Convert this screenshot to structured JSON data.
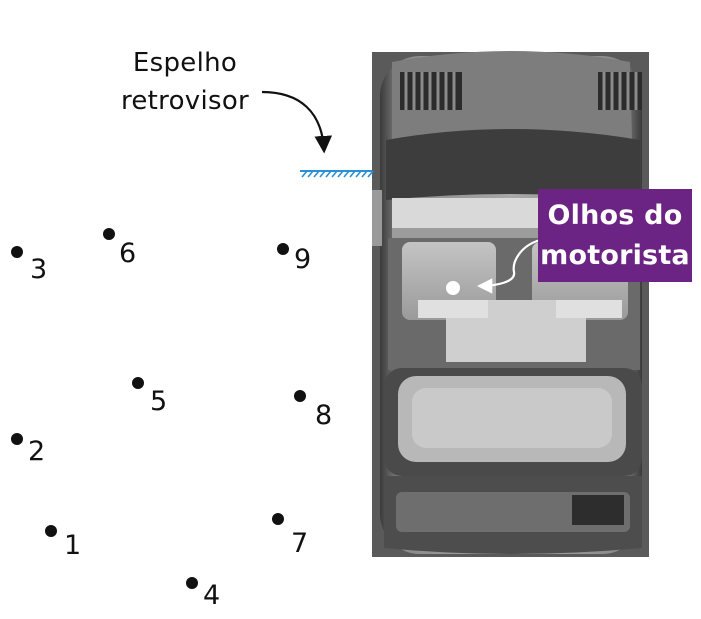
{
  "mirror": {
    "label": "Espelho\nretrovisor",
    "hatch_color": "#2a8fd6"
  },
  "driver_eyes": {
    "label": "Olhos do\nmotorista",
    "box_color": "#6b2483"
  },
  "points": [
    {
      "id": "1",
      "label": "1"
    },
    {
      "id": "2",
      "label": "2"
    },
    {
      "id": "3",
      "label": "3"
    },
    {
      "id": "4",
      "label": "4"
    },
    {
      "id": "5",
      "label": "5"
    },
    {
      "id": "6",
      "label": "6"
    },
    {
      "id": "7",
      "label": "7"
    },
    {
      "id": "8",
      "label": "8"
    },
    {
      "id": "9",
      "label": "9"
    }
  ],
  "car": {
    "description_icon": "car-top-view-photo"
  }
}
